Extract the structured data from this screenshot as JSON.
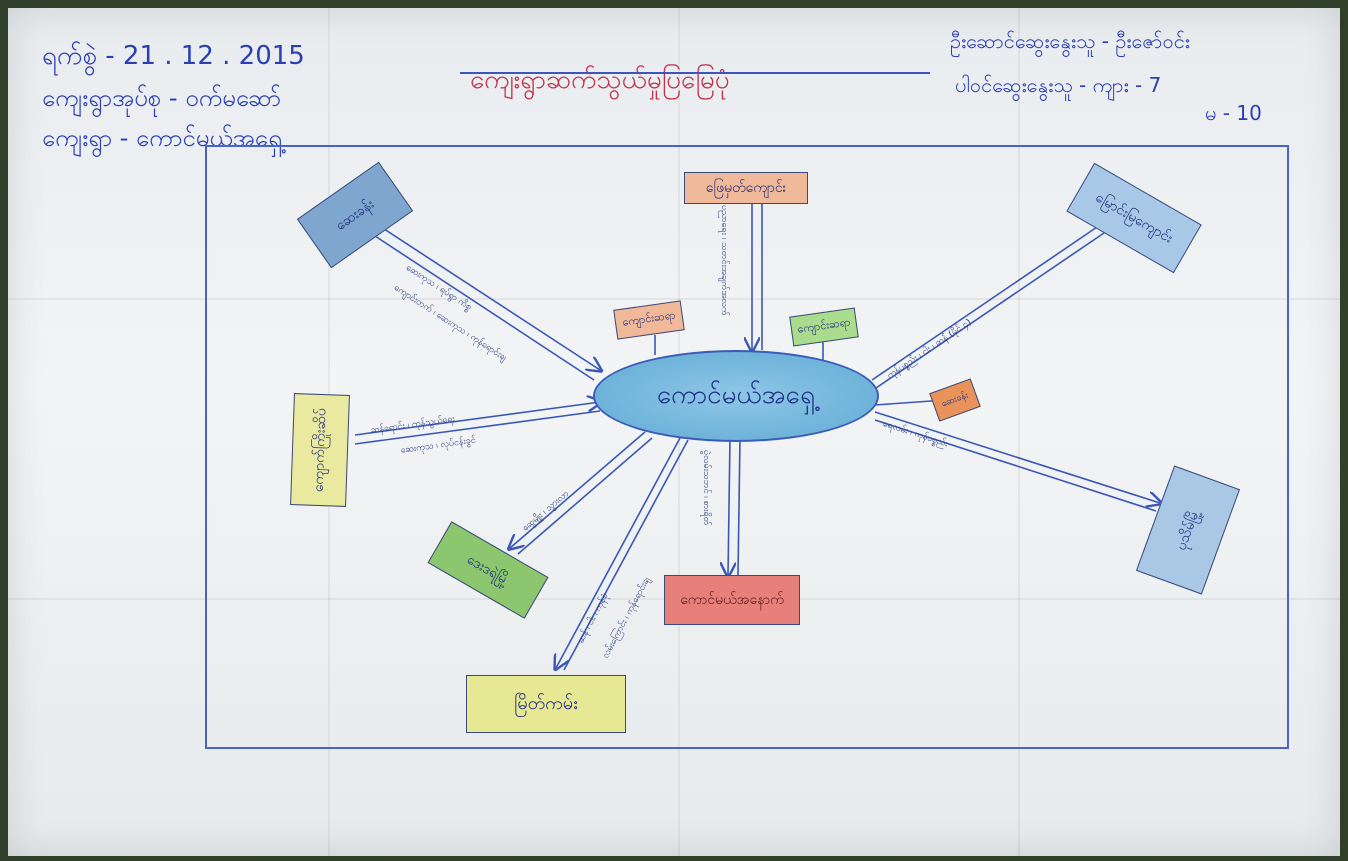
{
  "header": {
    "date_label": "ရက်စွဲ - 21 . 12 . 2015",
    "township_label": "ကျေးရွာအုပ်စု - ဝက်မဆော်",
    "village_label": "ကျေးရွာ      - ကောင်မယ်အရှေ့",
    "title": "ကျေးရွာဆက်သွယ်မှုပြမြေပုံ",
    "facilitator_label": "ဦးဆောင်ဆွေးနွေးသူ - ဦးဇော်ဝင်း",
    "participants_label": "ပါဝင်ဆွေးနွေးသူ - ကျား - 7",
    "participants_female": "မ - 10"
  },
  "diagram": {
    "center": "ကောင်မယ်အရှေ့",
    "nodes": [
      {
        "id": "top-left",
        "label": "ဆေးခန်း",
        "color": "#7fa6cf"
      },
      {
        "id": "top",
        "label": "ဖြေမှတ်ကျောင်း",
        "color": "#f0b99a"
      },
      {
        "id": "top-right",
        "label": "မြောင်းမြကျောင်း",
        "color": "#a7c8e6"
      },
      {
        "id": "left",
        "label": "ကျောက်ကြိုးဆိပ်",
        "color": "#e9ea9f"
      },
      {
        "id": "right",
        "label": "ပုသိမ်မြို့",
        "color": "#a9c8e6"
      },
      {
        "id": "bottom-left",
        "label": "ဒေးဒရဲမြို့",
        "color": "#8cc76f"
      },
      {
        "id": "bottom-mid",
        "label": "ကောင်မယ်အနောက်",
        "color": "#e7807a"
      },
      {
        "id": "bottom",
        "label": "မြိတ်ကမ်း",
        "color": "#e7e894"
      },
      {
        "id": "small-left",
        "label": "ကျောင်းဆရာ",
        "color": "#f0b99a"
      },
      {
        "id": "small-right",
        "label": "ကျောင်းဆရာ",
        "color": "#a9dc8c"
      },
      {
        "id": "small-orange",
        "label": "ဆေးခန်း",
        "color": "#e9935a"
      }
    ],
    "edge_labels": [
      "ဆေးကုသ ၊ ရပ်ရွာ ကိစ္စ",
      "ကျောင်းတက် ၊ ဆေးကုသ ၊ ကုန်ရောင်းချ",
      "ပညာရေး ၊ သတင်းအချက်အလက်",
      "ကုန်ပစ္စည်း ၊ ငါး ၊ ဆန် (မိုင် ၄)",
      "ဆန်ရောင်း ၊ ကုန်သွယ်ရေး",
      "ဆေးကုသ ၊ လုပ်ငန်းခွင်",
      "ရေလမ်း ၊ ကုန်ပစ္စည်း",
      "ဆွေမျိုး ၊ သွားလာ",
      "ပွဲလမ်းသဘင် ၊ စားရိတ်",
      "ဆန် ၊ ငါး ၊ ကုန်စုံ",
      "လမ်းကြောင်း ၊ ကုန်ရောင်းချ"
    ],
    "colors": {
      "ink": "#2c3fb2",
      "title": "#c0304a",
      "frame": "#4a63c6",
      "arrow": "#3b57b6"
    }
  }
}
